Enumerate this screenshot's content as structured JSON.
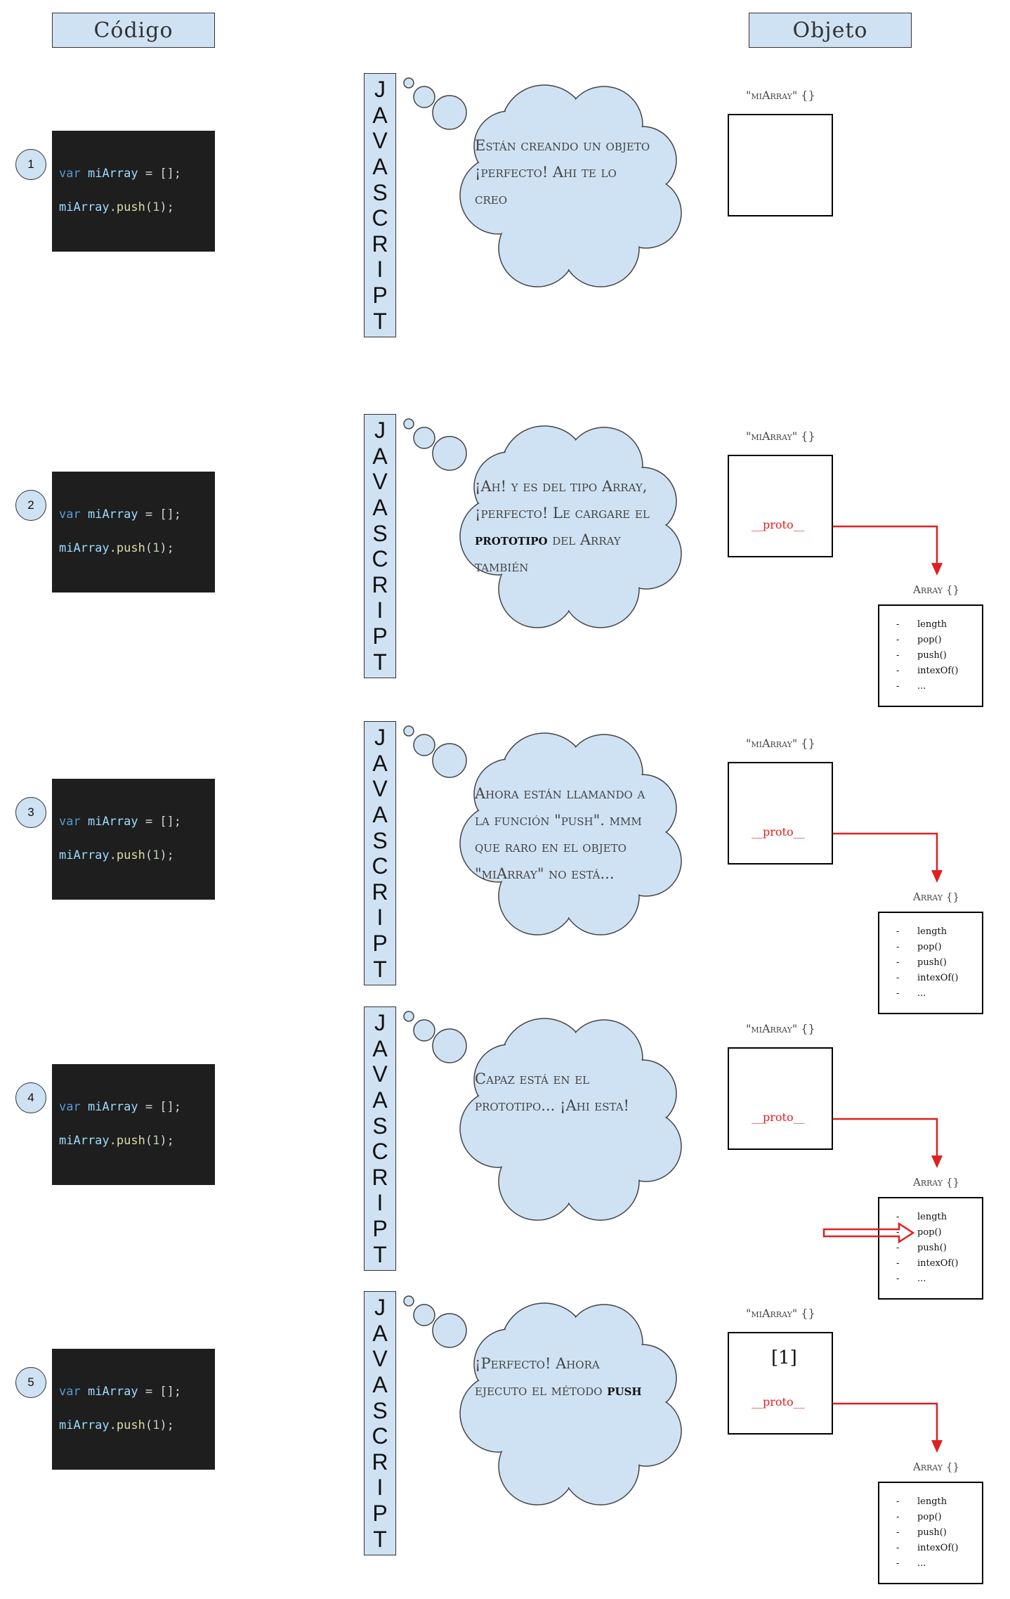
{
  "headers": {
    "code": "Código",
    "object": "Objeto"
  },
  "javascript_letters": [
    "J",
    "A",
    "V",
    "A",
    "S",
    "C",
    "R",
    "I",
    "P",
    "T"
  ],
  "code_lines": {
    "line1": {
      "kw": "var",
      "var": "miArray",
      "rest": " = [];"
    },
    "line2": {
      "obj": "miArray",
      "dot": ".",
      "fn": "push",
      "open": "(",
      "num": "1",
      "close": ");"
    }
  },
  "steps": [
    {
      "number": "1",
      "thought": [
        {
          "t": "Están creando un objeto ¡perfecto! Ahi te lo creo"
        }
      ],
      "obj_label": "\"miArray\" {}",
      "array_value": "",
      "proto_label": "",
      "highlight_push": false
    },
    {
      "number": "2",
      "thought": [
        {
          "t": "¡Ah! y es del tipo Array, ¡perfecto! Le cargare el "
        },
        {
          "t": "prototipo",
          "b": true
        },
        {
          "t": " del Array también"
        }
      ],
      "obj_label": "\"miArray\" {}",
      "array_value": "",
      "proto_label": "__proto__",
      "highlight_push": false
    },
    {
      "number": "3",
      "thought": [
        {
          "t": "Ahora están llamando a la función \"push\". mmm que raro en el objeto \"miArray\" no está..."
        }
      ],
      "obj_label": "\"miArray\" {}",
      "array_value": "",
      "proto_label": "__proto__",
      "highlight_push": false
    },
    {
      "number": "4",
      "thought": [
        {
          "t": "Capaz está en el prototipo... ¡Ahi esta!"
        }
      ],
      "obj_label": "\"miArray\" {}",
      "array_value": "",
      "proto_label": "__proto__",
      "highlight_push": true
    },
    {
      "number": "5",
      "thought": [
        {
          "t": "¡Perfecto! Ahora ejecuto el método "
        },
        {
          "t": "push",
          "b": true
        }
      ],
      "obj_label": "\"miArray\" {}",
      "array_value": "[1]",
      "proto_label": "__proto__",
      "highlight_push": false
    }
  ],
  "array_proto": {
    "label": "Array {}",
    "items": [
      "length",
      "pop()",
      "push()",
      "intexOf()",
      "..."
    ]
  },
  "colors": {
    "header_fill": "#cfe2f3",
    "code_bg": "#1e1e1e",
    "proto_red": "#e02020",
    "cloud_fill": "#cfe2f3"
  }
}
